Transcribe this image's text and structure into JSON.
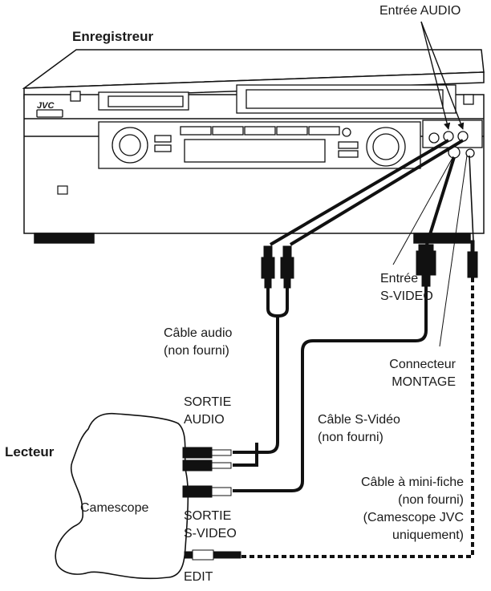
{
  "recorder": {
    "title": "Enregistreur",
    "brand": "JVC"
  },
  "player": {
    "title": "Lecteur",
    "device_label": "Camescope"
  },
  "labels": {
    "audio_input": "Entrée AUDIO",
    "svideo_input_line1": "Entrée",
    "svideo_input_line2": "S-VIDEO",
    "audio_cable_line1": "Câble audio",
    "audio_cable_line2": "(non fourni)",
    "edit_connector_line1": "Connecteur",
    "edit_connector_line2": "MONTAGE",
    "audio_out_line1": "SORTIE",
    "audio_out_line2": "AUDIO",
    "svideo_cable_line1": "Câble S-Vidéo",
    "svideo_cable_line2": "(non fourni)",
    "minijack_cable_line1": "Câble à mini-fiche",
    "minijack_cable_line2": "(non fourni)",
    "minijack_cable_line3": "(Camescope JVC",
    "minijack_cable_line4": "uniquement)",
    "svideo_out_line1": "SORTIE",
    "svideo_out_line2": "S-VIDEO",
    "edit_out": "EDIT"
  }
}
